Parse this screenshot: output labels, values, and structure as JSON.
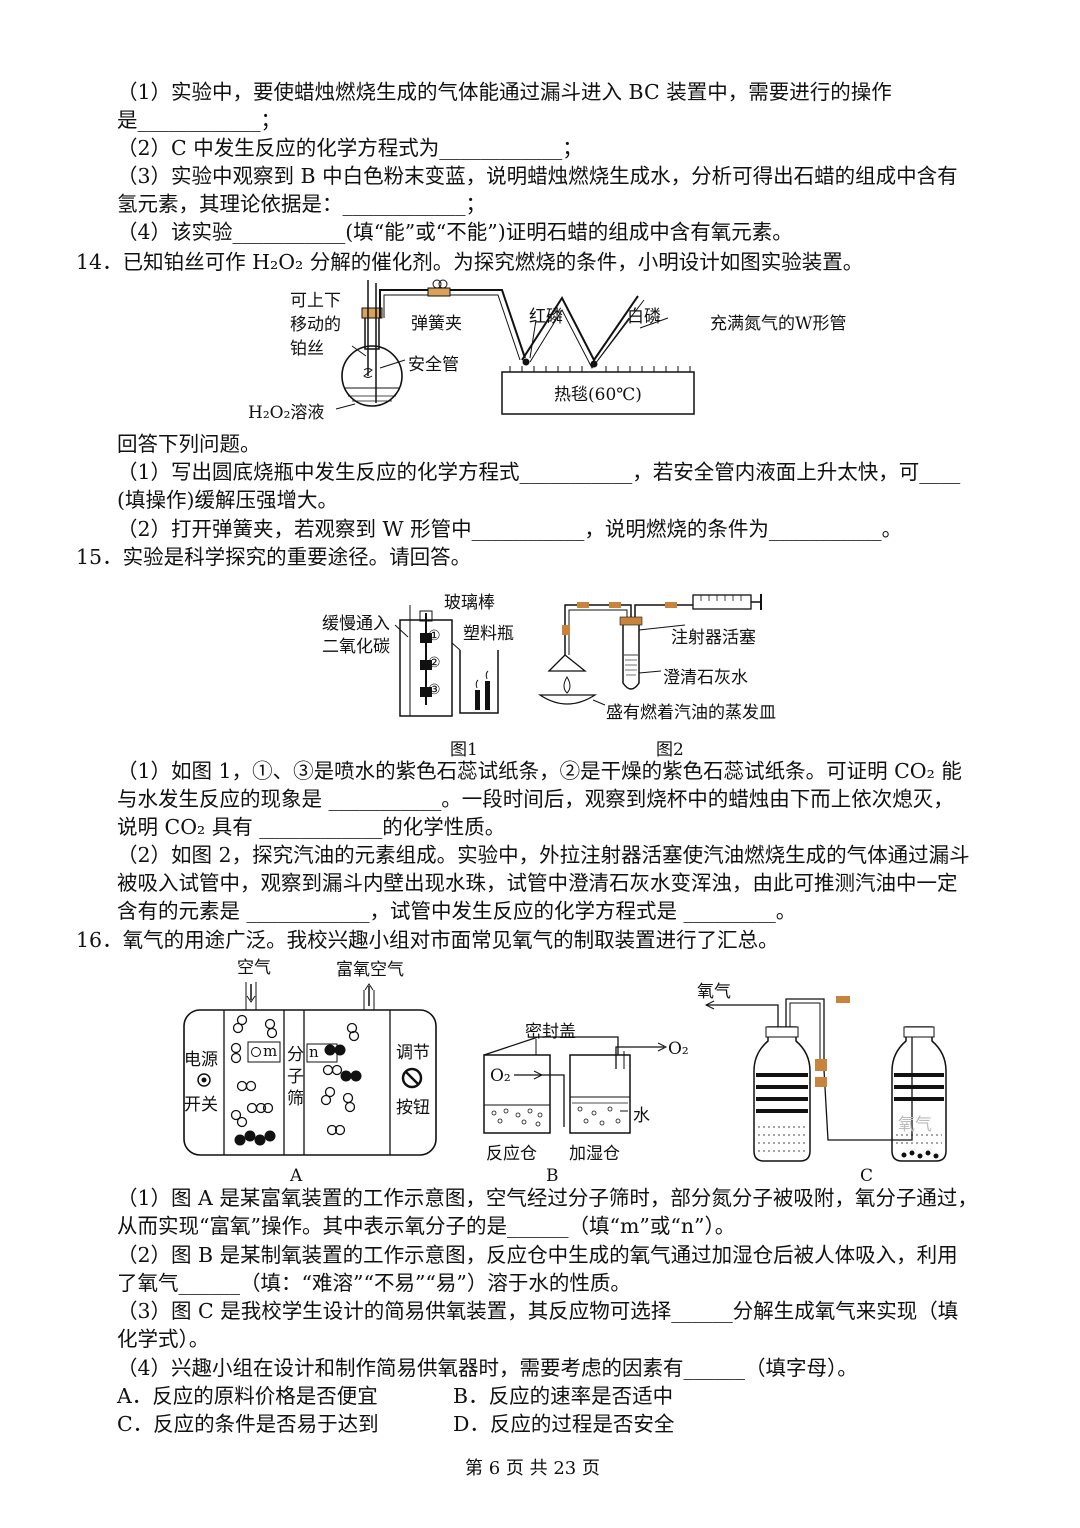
{
  "q13": {
    "p1a": "（1）实验中，要使蜡烛燃烧生成的气体能通过漏斗进入 BC 装置中，需要进行的操作",
    "p1b": "是____________；",
    "p2": "（2）C 中发生反应的化学方程式为____________；",
    "p3a": "（3）实验中观察到 B 中白色粉末变蓝，说明蜡烛燃烧生成水，分析可得出石蜡的组成中含有",
    "p3b": "氢元素，其理论依据是：____________；",
    "p4": "（4）该实验___________(填“能”或“不能”)证明石蜡的组成中含有氧元素。"
  },
  "q14": {
    "stem": "14．已知铂丝可作 H₂O₂ 分解的催化剂。为探究燃烧的条件，小明设计如图实验装置。",
    "fig_labels": {
      "wire1": "可上下",
      "wire2": "移动的",
      "wire3": "铂丝",
      "clamp": "弹簧夹",
      "safety": "安全管",
      "solution": "H₂O₂溶液",
      "red_p": "红磷",
      "white_p": "白磷",
      "wtube": "充满氮气的W形管",
      "blanket": "热毯(60℃)"
    },
    "answer_intro": "回答下列问题。",
    "p1a": "（1）写出圆底烧瓶中发生反应的化学方程式___________，若安全管内液面上升太快，可____",
    "p1b": "(填操作)缓解压强增大。",
    "p2": "（2）打开弹簧夹，若观察到 W 形管中___________，说明燃烧的条件为___________。"
  },
  "q15": {
    "stem": "15．实验是科学探究的重要途径。请回答。",
    "fig_labels": {
      "co2_1": "缓慢通入",
      "co2_2": "二氧化碳",
      "rod": "玻璃棒",
      "bottle": "塑料瓶",
      "n1": "①",
      "n2": "②",
      "n3": "③",
      "plunger": "注射器活塞",
      "limewater": "澄清石灰水",
      "dish": "盛有燃着汽油的蒸发皿",
      "fig1": "图1",
      "fig2": "图2"
    },
    "p1a": "（1）如图 1，①、③是喷水的紫色石蕊试纸条，②是干燥的紫色石蕊试纸条。可证明 CO₂ 能",
    "p1b": "与水发生反应的现象是 ___________。一段时间后，观察到烧杯中的蜡烛由下而上依次熄灭，",
    "p1c": "说明 CO₂ 具有 ____________的化学性质。",
    "p2a": "（2）如图 2，探究汽油的元素组成。实验中，外拉注射器活塞使汽油燃烧生成的气体通过漏斗",
    "p2b": "被吸入试管中，观察到漏斗内壁出现水珠，试管中澄清石灰水变浑浊，由此可推测汽油中一定",
    "p2c": "含有的元素是 ____________，试管中发生反应的化学方程式是 _________。"
  },
  "q16": {
    "stem": "16．氧气的用途广泛。我校兴趣小组对市面常见氧气的制取装置进行了汇总。",
    "fig_labels": {
      "air": "空气",
      "rich_air": "富氧空气",
      "power": "电源",
      "switch": "开关",
      "sieve1": "分",
      "sieve2": "子",
      "sieve3": "筛",
      "adjust": "调节",
      "knob": "按钮",
      "m": "m",
      "n": "n",
      "A": "A",
      "lid": "密封盖",
      "o2_out": "O₂",
      "o2_in": "O₂",
      "water": "水",
      "reactor": "反应仓",
      "humid": "加湿仓",
      "B": "B",
      "oxygen_out": "氧气",
      "bottle_text": "氧气",
      "C": "C"
    },
    "p1a": "（1）图 A 是某富氧装置的工作示意图，空气经过分子筛时，部分氮分子被吸附，氧分子通过，",
    "p1b": "从而实现“富氧”操作。其中表示氧分子的是______（填“m”或“n”）。",
    "p2a": "（2）图 B 是某制氧装置的工作示意图，反应仓中生成的氧气通过加湿仓后被人体吸入，利用",
    "p2b": "了氧气______（填：“难溶”“不易”“易”）溶于水的性质。",
    "p3a": "（3）图 C 是我校学生设计的简易供氧装置，其反应物可选择______分解生成氧气来实现（填",
    "p3b": "化学式）。",
    "p4": "（4）兴趣小组在设计和制作简易供氧器时，需要考虑的因素有______（填字母）。",
    "optA": "A．反应的原料价格是否便宜",
    "optB": "B．反应的速率是否适中",
    "optC": "C．反应的条件是否易于达到",
    "optD": "D．反应的过程是否安全"
  },
  "footer": "第 6 页 共 23 页"
}
